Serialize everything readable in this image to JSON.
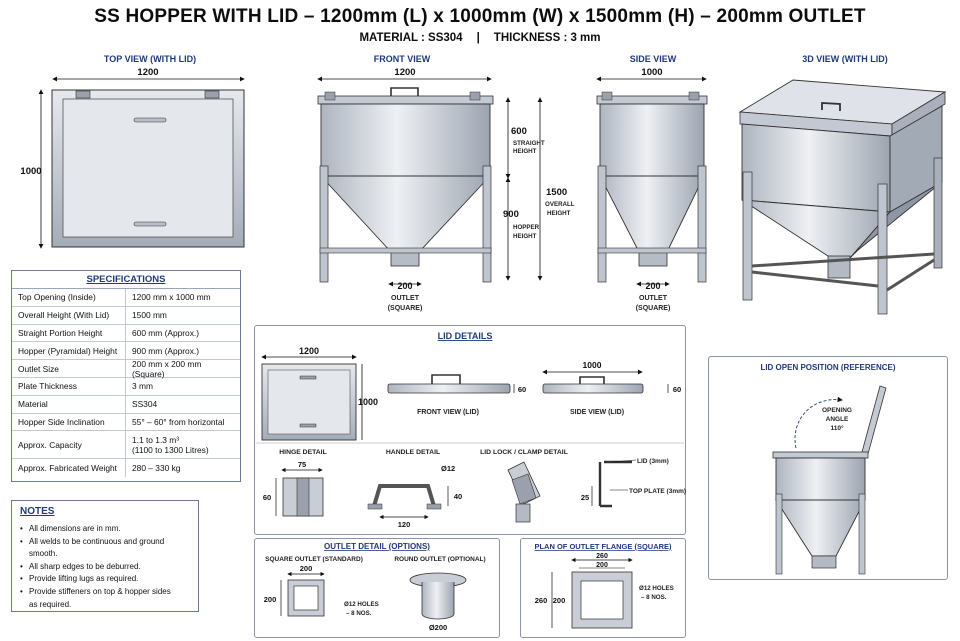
{
  "title": "SS HOPPER WITH LID – 1200mm (L) x 1000mm (W) x 1500mm (H) – 200mm OUTLET",
  "subtitle": {
    "material": "MATERIAL : SS304",
    "separator": "|",
    "thickness": "THICKNESS : 3 mm"
  },
  "views": {
    "top": {
      "label": "TOP VIEW (WITH LID)",
      "width": "1200",
      "depth": "1000"
    },
    "front": {
      "label": "FRONT VIEW",
      "width": "1200",
      "straight": "600",
      "straight_label_1": "STRAIGHT",
      "straight_label_2": "HEIGHT",
      "hopper": "900",
      "hopper_label_1": "HOPPER",
      "hopper_label_2": "HEIGHT",
      "overall": "1500",
      "overall_label_1": "OVERALL",
      "overall_label_2": "HEIGHT",
      "outlet": "200",
      "outlet_label_1": "OUTLET",
      "outlet_label_2": "(SQUARE)"
    },
    "side": {
      "label": "SIDE VIEW",
      "width": "1000",
      "outlet": "200",
      "outlet_label_1": "OUTLET",
      "outlet_label_2": "(SQUARE)"
    },
    "iso": {
      "label": "3D VIEW (WITH LID)"
    }
  },
  "specs": {
    "heading": "SPECIFICATIONS",
    "rows": [
      {
        "key": "Top Opening (Inside)",
        "value": "1200 mm x 1000 mm"
      },
      {
        "key": "Overall Height (With Lid)",
        "value": "1500 mm"
      },
      {
        "key": "Straight Portion Height",
        "value": "600 mm (Approx.)"
      },
      {
        "key": "Hopper (Pyramidal) Height",
        "value": "900 mm (Approx.)"
      },
      {
        "key": "Outlet Size",
        "value": "200 mm x 200 mm (Square)"
      },
      {
        "key": "Plate Thickness",
        "value": "3 mm"
      },
      {
        "key": "Material",
        "value": "SS304"
      },
      {
        "key": "Hopper Side Inclination",
        "value": "55° – 60° from horizontal"
      },
      {
        "key": "Approx. Capacity",
        "value": "1.1 to 1.3 m³",
        "value2": "(1100 to 1300 Litres)"
      },
      {
        "key": "Approx. Fabricated Weight",
        "value": "280 – 330 kg"
      }
    ]
  },
  "notes": {
    "heading": "NOTES",
    "items": [
      "All dimensions are in mm.",
      "All welds to be continuous and ground smooth.",
      "All sharp edges to be deburred.",
      "Provide lifting lugs as required.",
      "Provide stiffeners on top & hopper sides",
      "as required."
    ]
  },
  "lid_details": {
    "heading": "LID DETAILS",
    "plan_width": "1200",
    "plan_depth": "1000",
    "front_label": "FRONT VIEW (LID)",
    "front_h": "60",
    "side_label": "SIDE VIEW (LID)",
    "side_w": "1000",
    "side_h": "60",
    "hinge": {
      "label": "HINGE DETAIL",
      "w": "75",
      "h": "60"
    },
    "handle": {
      "label": "HANDLE DETAIL",
      "dia": "Ø12",
      "h": "40",
      "w": "120"
    },
    "clamp": {
      "label": "LID LOCK / CLAMP DETAIL"
    },
    "section": {
      "lid": "LID (3mm)",
      "top_plate": "TOP PLATE (3mm)",
      "h": "25"
    }
  },
  "lid_open": {
    "heading": "LID OPEN POSITION (REFERENCE)",
    "angle_1": "OPENING",
    "angle_2": "ANGLE",
    "angle_3": "110°"
  },
  "outlet_detail": {
    "heading": "OUTLET DETAIL (OPTIONS)",
    "square_label": "SQUARE OUTLET (STANDARD)",
    "square_w": "200",
    "square_h": "200",
    "holes_1": "Ø12 HOLES",
    "holes_2": "– 8 NOS.",
    "round_label": "ROUND OUTLET (OPTIONAL)",
    "round_dia": "Ø200"
  },
  "flange": {
    "heading": "PLAN OF OUTLET FLANGE (SQUARE)",
    "outer_w": "260",
    "inner_w": "200",
    "outer_h": "260",
    "inner_h": "200",
    "holes_1": "Ø12 HOLES",
    "holes_2": "– 8 NOS."
  },
  "colors": {
    "accent": "#1f3a7a",
    "steel": "#c9ced6",
    "steel_dark": "#8e96a3",
    "line": "#333333"
  }
}
